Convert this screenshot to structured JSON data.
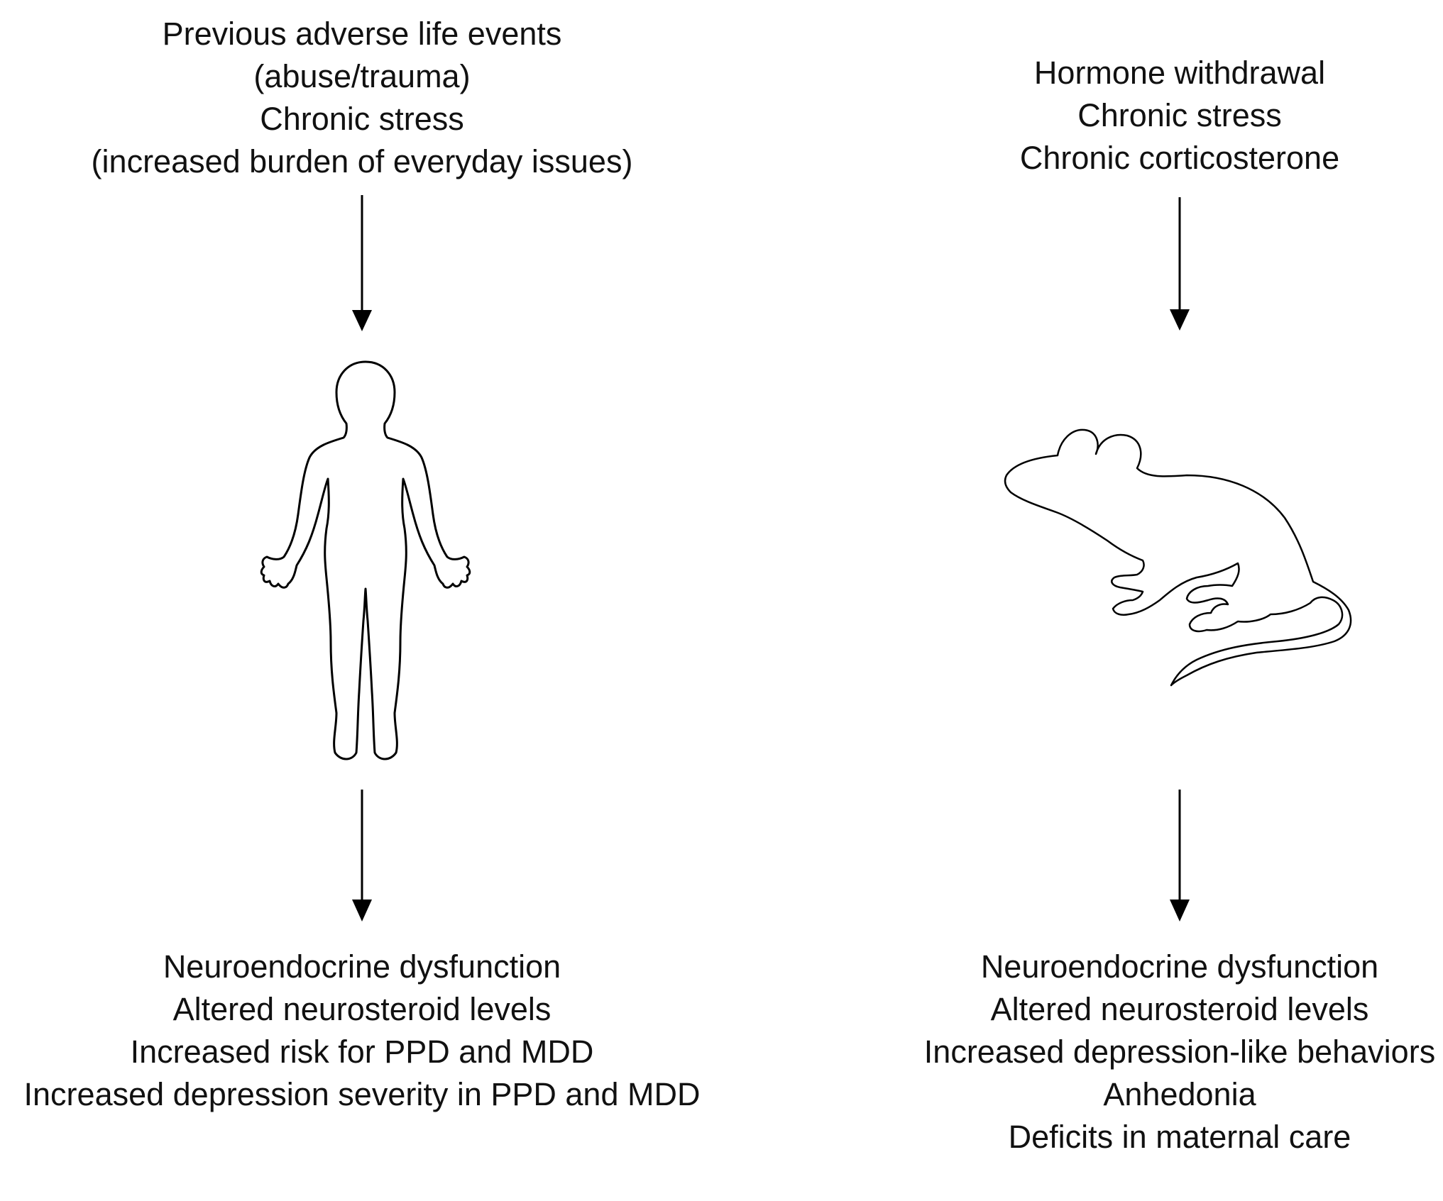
{
  "human_column": {
    "causes": [
      "Previous adverse life events",
      "(abuse/trauma)",
      "Chronic stress",
      "(increased burden of everyday issues)"
    ],
    "outcomes": [
      "Neuroendocrine dysfunction",
      "Altered neurosteroid levels",
      "Increased risk for PPD and MDD",
      "Increased depression severity in PPD and MDD"
    ]
  },
  "rodent_column": {
    "causes": [
      "Hormone withdrawal",
      "Chronic stress",
      "Chronic corticosterone"
    ],
    "outcomes": [
      "Neuroendocrine dysfunction",
      "Altered neurosteroid levels",
      "Increased depression-like behaviors",
      "Anhedonia",
      "Deficits in maternal care"
    ]
  },
  "colors": {
    "text": "#111111",
    "line": "#000000",
    "background": "#ffffff"
  }
}
